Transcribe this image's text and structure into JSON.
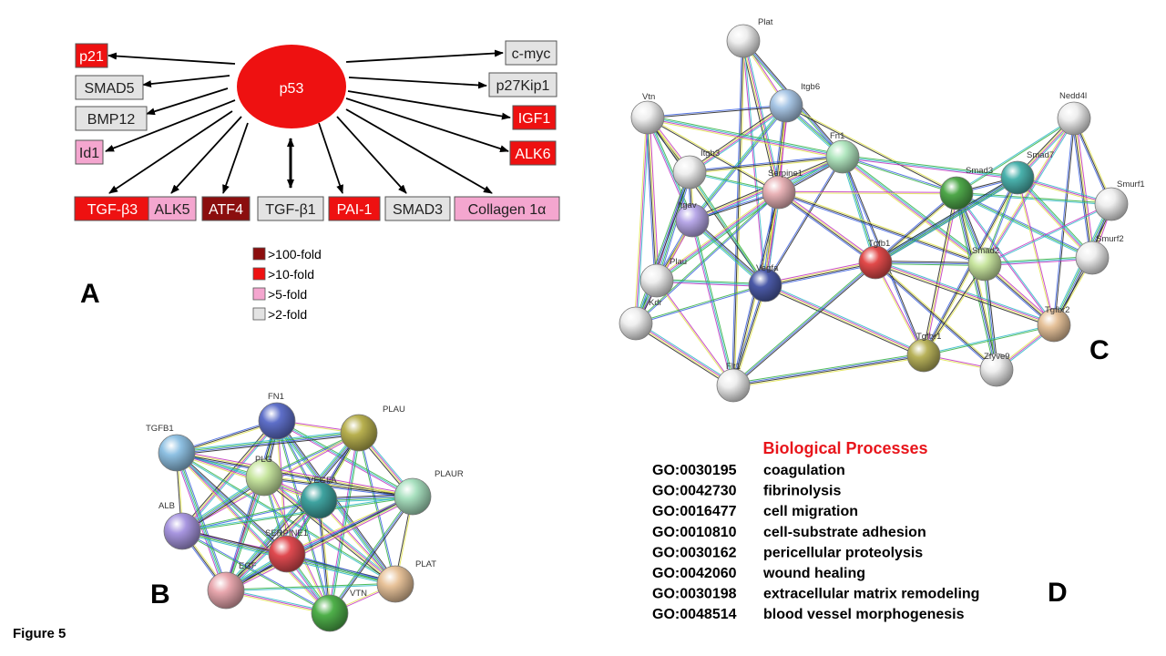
{
  "figure_label": "Figure 5",
  "colors": {
    "gt100": "#8b0e0e",
    "gt10": "#ee1111",
    "gt5": "#f4a6cf",
    "gt2": "#e3e3e3"
  },
  "panelA": {
    "letter": "A",
    "center": "p53",
    "genes": [
      "p21",
      "SMAD5",
      "BMP12",
      "Id1",
      "TGF-β3",
      "ALK5",
      "ATF4",
      "TGF-β1",
      "PAI-1",
      "SMAD3",
      "Collagen 1α",
      "IGF1",
      "ALK6",
      "c-myc",
      "p27Kip1"
    ],
    "legend": [
      ">100-fold",
      ">10-fold",
      ">5-fold",
      ">2-fold"
    ]
  },
  "panelB": {
    "letter": "B",
    "nodes": [
      "FN1",
      "PLAU",
      "TGFB1",
      "PLG",
      "VEGFA",
      "PLAUR",
      "ALB",
      "SERPINE1",
      "EGF",
      "PLAT",
      "VTN"
    ]
  },
  "panelC": {
    "letter": "C",
    "nodes": [
      "Plat",
      "Itgb6",
      "Vtn",
      "Fn1",
      "Nedd4l",
      "Itgb3",
      "Serpine1",
      "Smad3",
      "Smad7",
      "Itgav",
      "Smurf1",
      "Plau",
      "Vegfa",
      "Tgfb1",
      "Smad2",
      "Smurf2",
      "Kdr",
      "Tgfbr2",
      "Tgfbr1",
      "Zfyve9",
      "Flt1"
    ]
  },
  "panelD": {
    "letter": "D",
    "title": "Biological Processes",
    "go_terms": [
      {
        "id": "GO:0030195",
        "term": "coagulation"
      },
      {
        "id": "GO:0042730",
        "term": "fibrinolysis"
      },
      {
        "id": "GO:0016477",
        "term": "cell migration"
      },
      {
        "id": "GO:0010810",
        "term": "cell-substrate adhesion"
      },
      {
        "id": "GO:0030162",
        "term": "pericellular proteolysis"
      },
      {
        "id": "GO:0042060",
        "term": "wound healing"
      },
      {
        "id": "GO:0030198",
        "term": "extracellular matrix remodeling"
      },
      {
        "id": "GO:0048514",
        "term": "blood vessel morphogenesis"
      }
    ]
  }
}
